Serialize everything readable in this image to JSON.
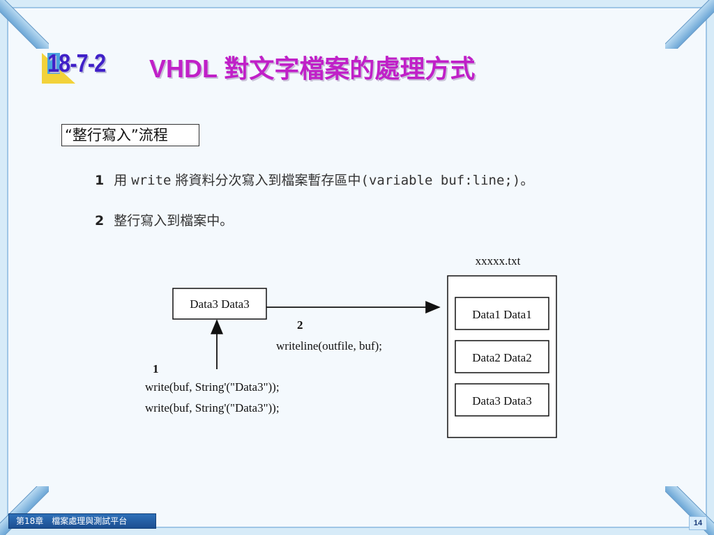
{
  "slide": {
    "section_number": "18-7-2",
    "title": "VHDL 對文字檔案的處理方式",
    "flow_label": "“整行寫入”流程",
    "steps": [
      {
        "num": "1",
        "pre": "用 ",
        "code": "write",
        "mid": " 將資料分次寫入到檔案暫存區中",
        "code2": "(variable buf:line;)",
        "post": "。"
      },
      {
        "num": "2",
        "text": "整行寫入到檔案中。"
      }
    ]
  },
  "diagram": {
    "buffer_label": "Data3 Data3",
    "file_name": "xxxxx.txt",
    "file_lines": [
      "Data1 Data1",
      "Data2 Data2",
      "Data3 Data3"
    ],
    "arrow2_num": "2",
    "arrow2_code": "writeline(outfile, buf);",
    "arrow1_num": "1",
    "arrow1_code": [
      "write(buf, String'(\"Data3\"));",
      "write(buf, String'(\"Data3\"));"
    ]
  },
  "footer": {
    "chapter": "第18章　檔案處理與測試平台",
    "page": "14"
  }
}
